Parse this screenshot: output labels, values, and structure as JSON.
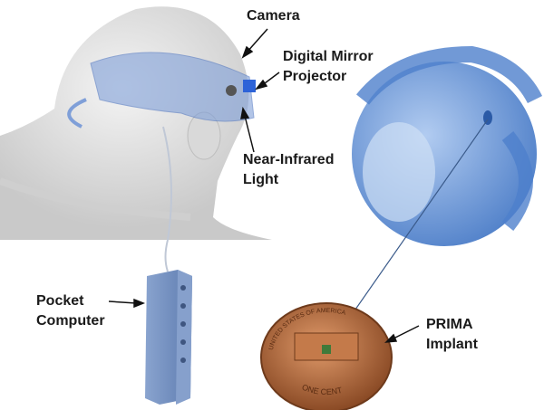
{
  "labels": {
    "camera": "Camera",
    "projector_line1": "Digital Mirror",
    "projector_line2": "Projector",
    "nir_line1": "Near-Infrared",
    "nir_line2": "Light",
    "pocket_line1": "Pocket",
    "pocket_line2": "Computer",
    "prima_line1": "PRIMA",
    "prima_line2": "Implant"
  },
  "coin": {
    "top_text": "UNITED STATES OF AMERICA",
    "bottom_text": "ONE CENT"
  },
  "colors": {
    "glasses": "#7f9fd8",
    "eye": "#5b8fd6",
    "device": "#6f8fc0",
    "coin": "#b5683a",
    "implant": "#3f7a3a"
  }
}
